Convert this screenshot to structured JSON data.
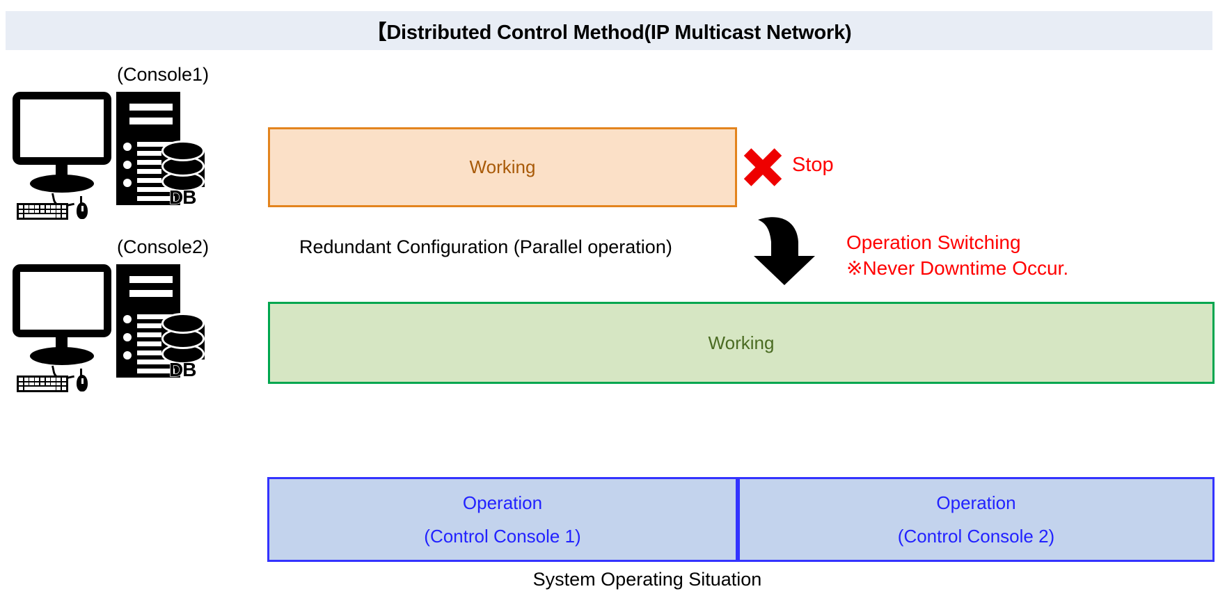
{
  "header": {
    "title": "【Distributed Control Method(IP Multicast Network)"
  },
  "consoles": [
    {
      "label": "(Console1)",
      "db_label": "DB"
    },
    {
      "label": "(Console2)",
      "db_label": "DB"
    }
  ],
  "status": {
    "working_primary": "Working",
    "working_secondary": "Working",
    "stop_label": "Stop",
    "redundant_caption": "Redundant Configuration (Parallel operation)",
    "switch_line1": "Operation Switching",
    "switch_line2": "※Never Downtime Occur."
  },
  "operation_bars": [
    {
      "title": "Operation",
      "subtitle": "(Control Console 1)"
    },
    {
      "title": "Operation",
      "subtitle": "(Control Console 2)"
    }
  ],
  "bottom_caption": "System Operating Situation",
  "colors": {
    "header_bg": "#e8edf5",
    "orange_fill": "#fbe0c7",
    "orange_border": "#e3841e",
    "orange_text": "#a85a08",
    "green_fill": "#d6e6c3",
    "green_border": "#00a64f",
    "green_text": "#4a6b22",
    "blue_fill": "#c3d3ed",
    "blue_border": "#3333ff",
    "blue_text": "#2222ff",
    "red": "#ff0000",
    "black": "#000000"
  }
}
